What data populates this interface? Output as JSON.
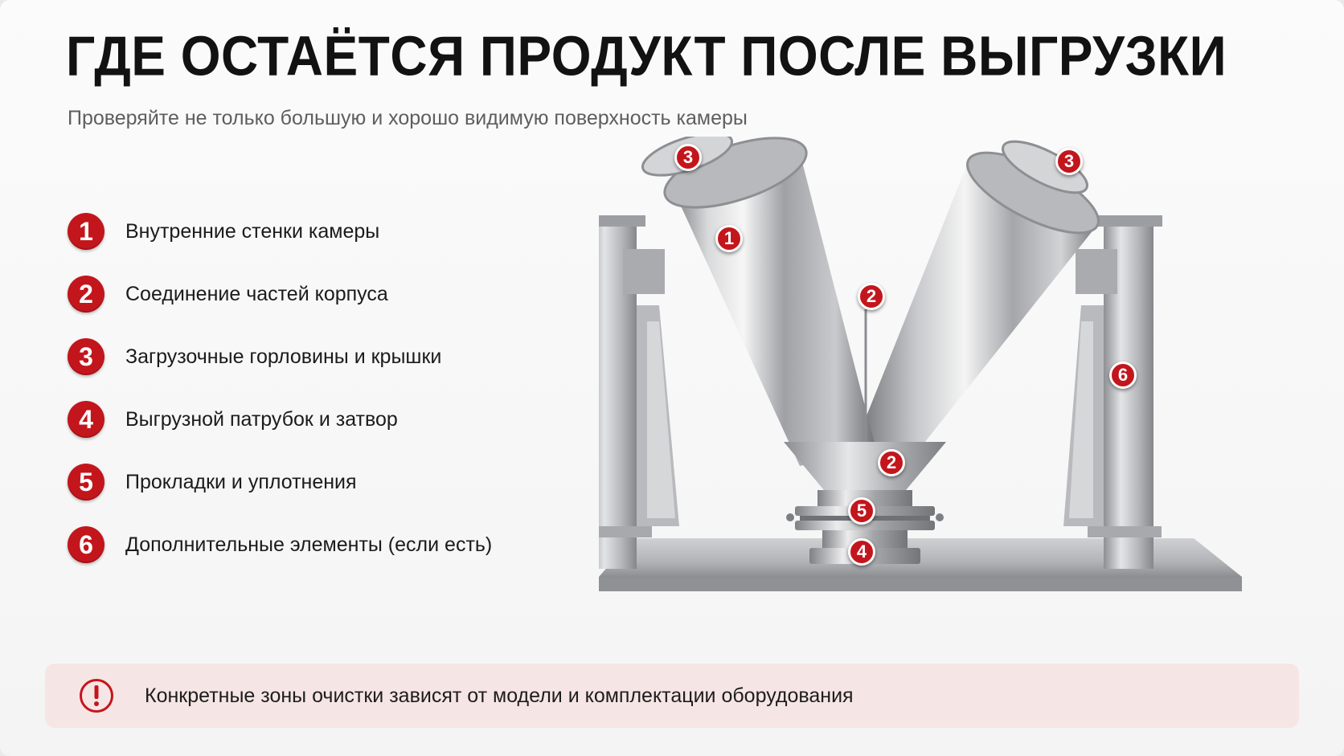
{
  "title": "ГДЕ ОСТАЁТСЯ ПРОДУКТ ПОСЛЕ ВЫГРУЗКИ",
  "subtitle": "Проверяйте не только большую и хорошо видимую поверхность камеры",
  "accent_color": "#c3161c",
  "items": [
    {
      "num": "1",
      "label": "Внутренние стенки камеры"
    },
    {
      "num": "2",
      "label": "Соединение частей корпуса"
    },
    {
      "num": "3",
      "label": "Загрузочные горловины и крышки"
    },
    {
      "num": "4",
      "label": "Выгрузной патрубок и затвор"
    },
    {
      "num": "5",
      "label": "Прокладки и уплотнения"
    },
    {
      "num": "6",
      "label": "Дополнительные элементы (если есть)"
    }
  ],
  "markers": {
    "lid_left": "3",
    "lid_right": "3",
    "chamber": "1",
    "junction": "2",
    "cone": "2",
    "frame": "6",
    "gasket": "5",
    "outlet": "4"
  },
  "note": {
    "icon": "exclamation-circle-icon",
    "text": "Конкретные зоны очистки зависят от модели и комплектации оборудования"
  }
}
